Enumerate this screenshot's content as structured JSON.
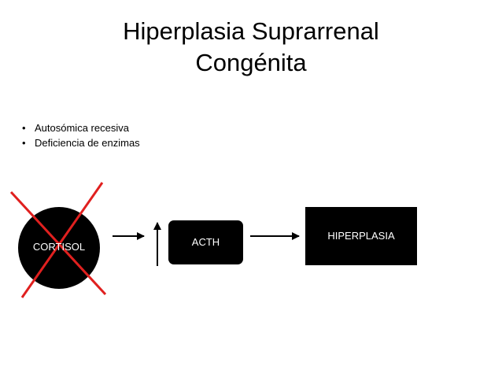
{
  "title_line1": "Hiperplasia Suprarrenal",
  "title_line2": "Congénita",
  "bullets": [
    "Autosómica recesiva",
    "Deficiencia de enzimas"
  ],
  "nodes": {
    "cortisol": "CORTISOL",
    "acth": "ACTH",
    "hiperplasia": "HIPERPLASIA"
  },
  "colors": {
    "shape_fill": "#000000",
    "cross": "#e0201f",
    "text": "#ffffff"
  }
}
